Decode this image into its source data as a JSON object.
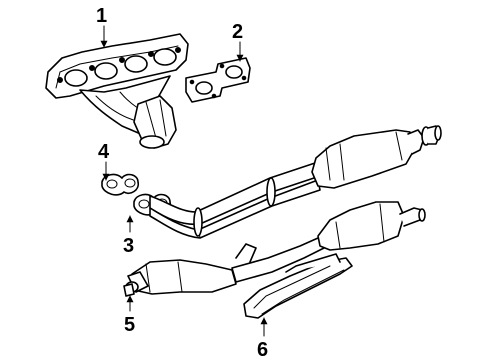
{
  "diagram": {
    "callouts": [
      {
        "id": "1",
        "part": "exhaust-manifold"
      },
      {
        "id": "2",
        "part": "manifold-gasket"
      },
      {
        "id": "3",
        "part": "flange-gasket"
      },
      {
        "id": "4",
        "part": "flange-gasket-pair"
      },
      {
        "id": "5",
        "part": "muffler-inlet"
      },
      {
        "id": "6",
        "part": "heat-shield"
      }
    ]
  }
}
